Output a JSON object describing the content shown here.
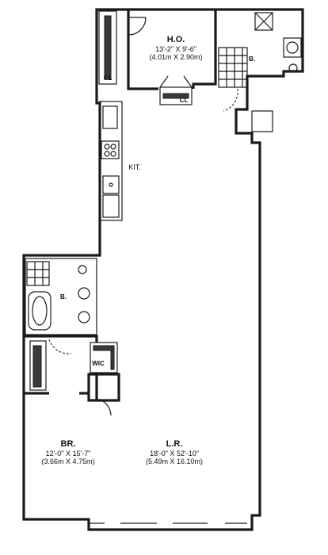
{
  "rooms": {
    "home_office": {
      "name": "H.O.",
      "dim_imperial": "13'-2\" X 9'-6\"",
      "dim_metric": "(4.01m X 2.90m)"
    },
    "kitchen": {
      "name": "KIT."
    },
    "living_room": {
      "name": "L.R.",
      "dim_imperial": "18'-0\" X 52'-10\"",
      "dim_metric": "(5.49m X 16.10m)"
    },
    "bedroom": {
      "name": "BR.",
      "dim_imperial": "12'-0\" X 15'-7\"",
      "dim_metric": "(3.66m X 4.75m)"
    },
    "bath_upper": {
      "name": "B."
    },
    "bath_lower": {
      "name": "B."
    },
    "walk_in_closet": {
      "name": "WIC"
    }
  },
  "closets": {
    "upper_left": "CL",
    "office": "CL"
  }
}
